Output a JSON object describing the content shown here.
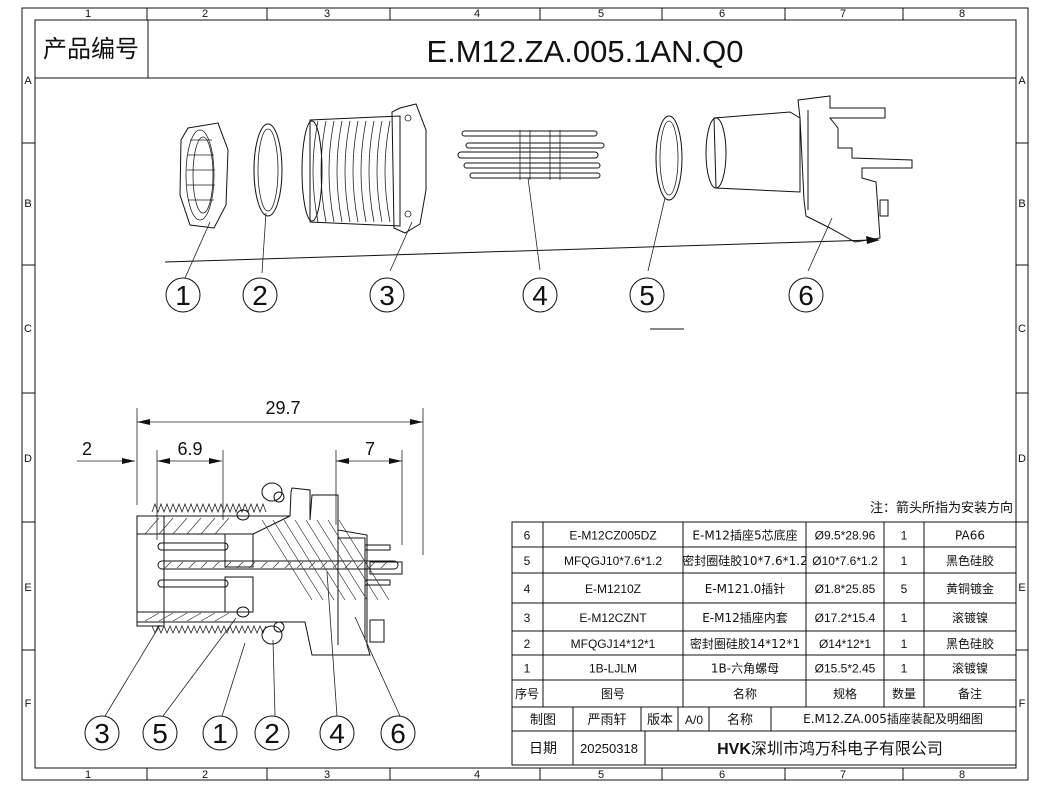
{
  "header": {
    "label": "产品编号",
    "product_code": "E.M12.ZA.005.1AN.Q0"
  },
  "grid": {
    "columns": [
      "1",
      "2",
      "3",
      "4",
      "5",
      "6",
      "7",
      "8"
    ],
    "rows": [
      "A",
      "B",
      "C",
      "D",
      "E",
      "F"
    ]
  },
  "exploded_view": {
    "callouts": [
      "1",
      "2",
      "3",
      "4",
      "5",
      "6"
    ]
  },
  "section_view": {
    "dimensions": {
      "overall": "29.7",
      "offset": "2",
      "thread": "6.9",
      "pin": "7"
    },
    "callouts": [
      "3",
      "5",
      "1",
      "2",
      "4",
      "6"
    ]
  },
  "note": "注：箭头所指为安装方向",
  "bom": {
    "rows": [
      {
        "no": "6",
        "part": "E-M12CZ005DZ",
        "name": "E-M12插座5芯底座",
        "spec": "Ø9.5*28.96",
        "qty": "1",
        "remark": "PA66"
      },
      {
        "no": "5",
        "part": "MFQGJ10*7.6*1.2",
        "name": "密封圈硅胶10*7.6*1.2",
        "spec": "Ø10*7.6*1.2",
        "qty": "1",
        "remark": "黑色硅胶"
      },
      {
        "no": "4",
        "part": "E-M1210Z",
        "name": "E-M121.0插针",
        "spec": "Ø1.8*25.85",
        "qty": "5",
        "remark": "黄铜镀金"
      },
      {
        "no": "3",
        "part": "E-M12CZNT",
        "name": "E-M12插座内套",
        "spec": "Ø17.2*15.4",
        "qty": "1",
        "remark": "滚镀镍"
      },
      {
        "no": "2",
        "part": "MFQGJ14*12*1",
        "name": "密封圈硅胶14*12*1",
        "spec": "Ø14*12*1",
        "qty": "1",
        "remark": "黑色硅胶"
      },
      {
        "no": "1",
        "part": "1B-LJLM",
        "name": "1B-六角螺母",
        "spec": "Ø15.5*2.45",
        "qty": "1",
        "remark": "滚镀镍"
      }
    ],
    "headers": {
      "no": "序号",
      "part": "图号",
      "name": "名称",
      "spec": "规格",
      "qty": "数量",
      "remark": "备注"
    }
  },
  "title_block": {
    "drawn_label": "制图",
    "drawn_by": "严雨轩",
    "version_label": "版本",
    "version": "A/0",
    "name_label": "名称",
    "name": "E.M12.ZA.005插座装配及明细图",
    "date_label": "日期",
    "date": "20250318",
    "company_brand": "HVK",
    "company": "深圳市鸿万科电子有限公司"
  }
}
